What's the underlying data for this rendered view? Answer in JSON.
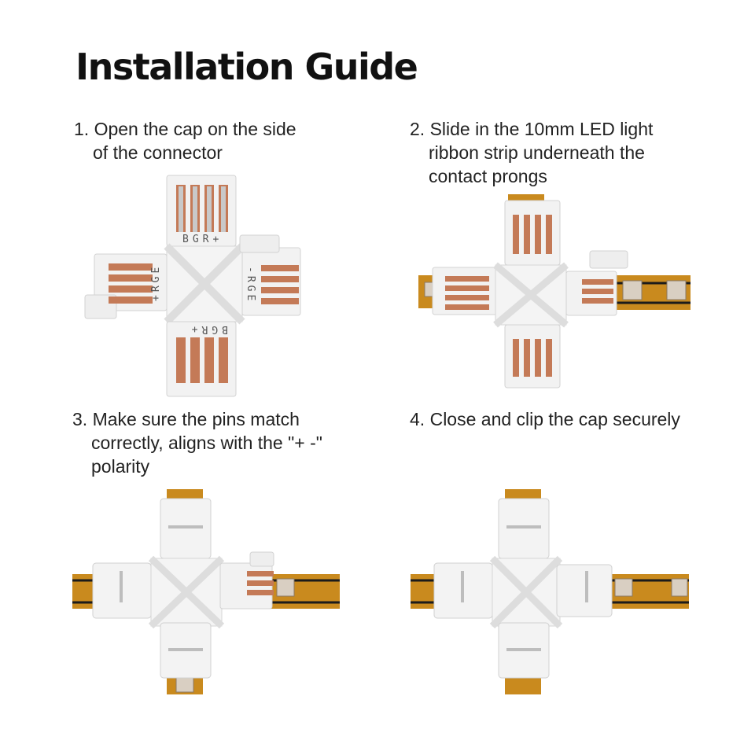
{
  "title": "Installation Guide",
  "steps": [
    {
      "number": "1.",
      "lines": [
        "Open the cap on the side",
        "of the connector"
      ]
    },
    {
      "number": "2.",
      "lines": [
        "Slide in the 10mm LED light",
        "ribbon strip underneath the",
        "contact prongs"
      ]
    },
    {
      "number": "3.",
      "lines": [
        "Make sure the pins match",
        "correctly, aligns with the \"+ -\"",
        "polarity"
      ]
    },
    {
      "number": "4.",
      "lines": [
        "Close and clip the cap securely"
      ]
    }
  ],
  "pin_labels": {
    "top": "BGR+",
    "left": "+RGE",
    "right": "-RGE",
    "bottom": "BGR+"
  },
  "colors": {
    "connector": "#f1f1f1",
    "connector_edge": "#d0d0d0",
    "pin": "#b9b9b9",
    "pin_copper": "#c47a57",
    "strip": "#c98a1e",
    "strip_dark": "#1b1b1b",
    "led": "#d9cfc2"
  }
}
